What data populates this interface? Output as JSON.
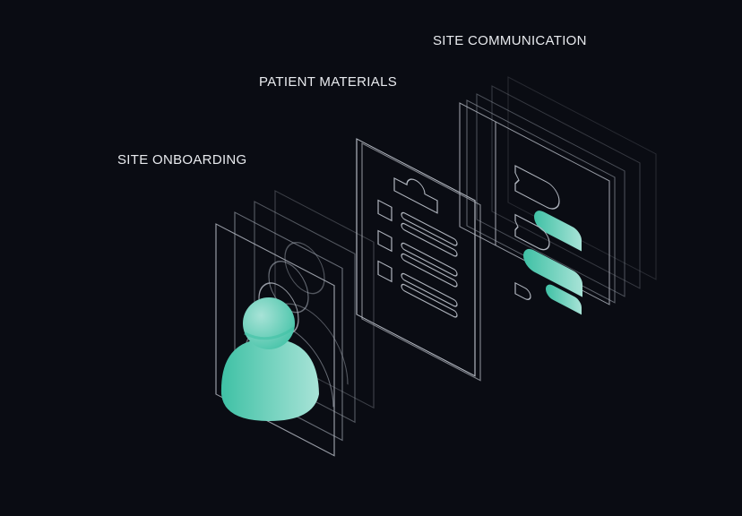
{
  "labels": {
    "site_communication": "SITE COMMUNICATION",
    "patient_materials": "PATIENT MATERIALS",
    "site_onboarding": "SITE ONBOARDING"
  },
  "colors": {
    "background": "#0a0c13",
    "line": "#9aa0aa",
    "accent_dark": "#3fc1a5",
    "accent_light": "#a8e3d7"
  }
}
